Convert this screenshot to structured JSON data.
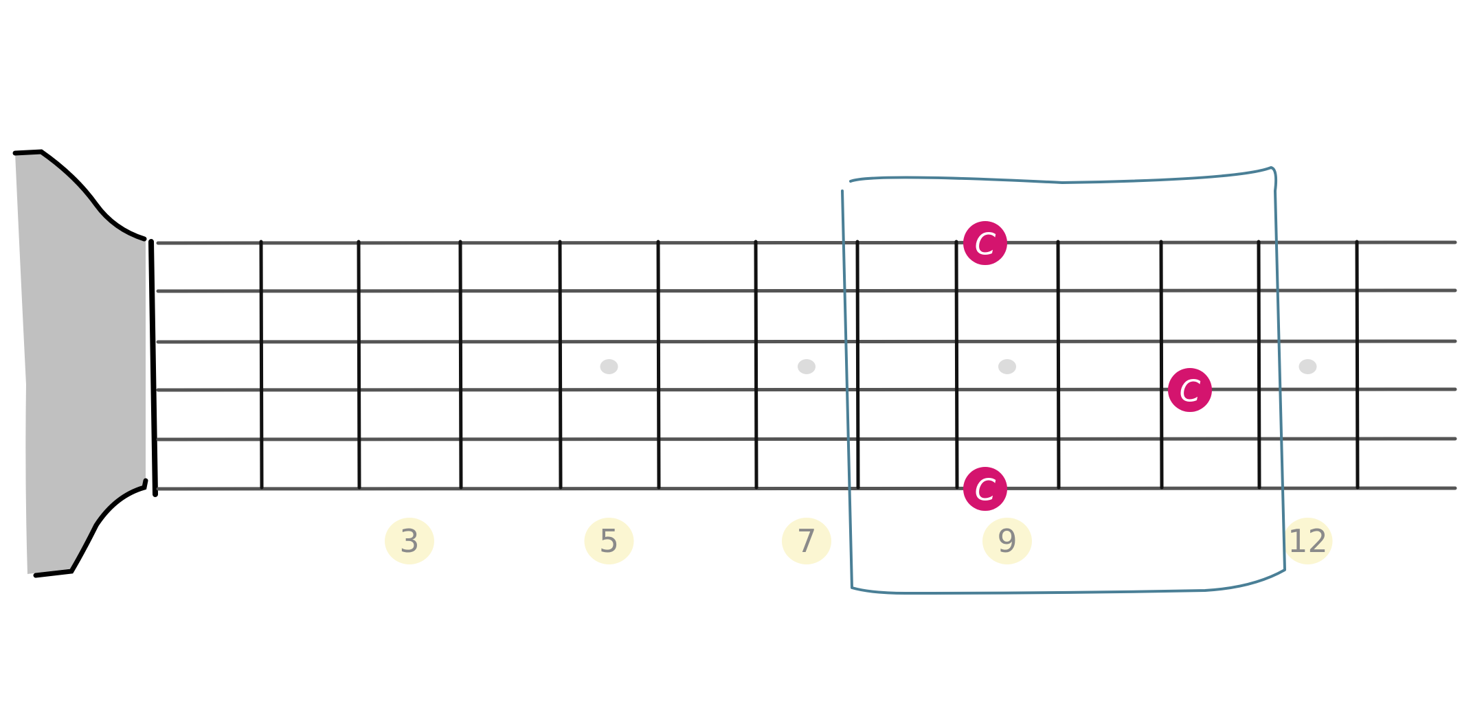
{
  "diagram": {
    "fret_count": 12,
    "string_count": 6,
    "inlay_frets": [
      5,
      7,
      9,
      12
    ],
    "fret_numbers": [
      {
        "fret": 3,
        "label": "3"
      },
      {
        "fret": 5,
        "label": "5"
      },
      {
        "fret": 7,
        "label": "7"
      },
      {
        "fret": 9,
        "label": "9"
      },
      {
        "fret": 12,
        "label": "12"
      }
    ],
    "notes": [
      {
        "label": "C",
        "string": 1,
        "fret": 8
      },
      {
        "label": "C",
        "string": 4,
        "fret": 10
      },
      {
        "label": "C",
        "string": 6,
        "fret": 8
      }
    ],
    "highlight_box": {
      "fret_start": 8,
      "fret_end": 11
    },
    "colors": {
      "note": "#d4146e",
      "highlight_box": "#4a7f96",
      "headstock": "#c0c0c0",
      "fret_number_bg": "#fbf6d2",
      "fret_number_text": "#8a8a8a",
      "inlay": "#dcdcdc",
      "string": "#555555",
      "fret": "#111111"
    }
  }
}
